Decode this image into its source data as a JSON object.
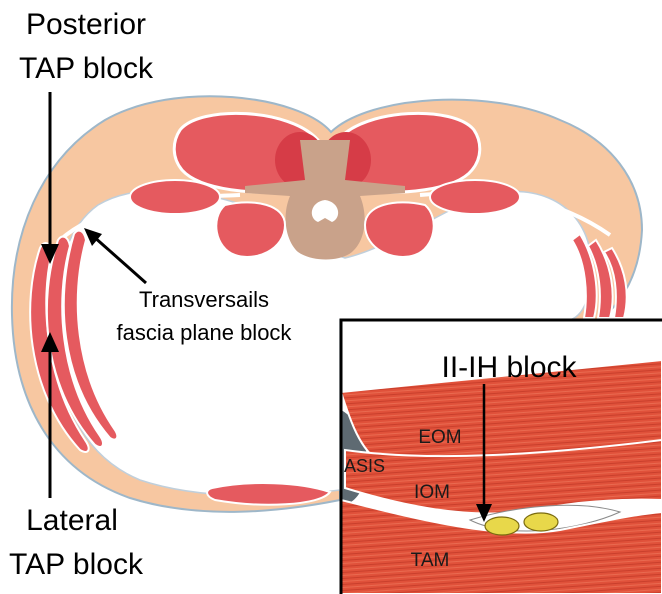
{
  "labels": {
    "posterior_line1": "Posterior",
    "posterior_line2": "TAP block",
    "transversalis_line1": "Transversails",
    "transversalis_line2": "fascia plane block",
    "lateral_line1": "Lateral",
    "lateral_line2": "TAP block"
  },
  "inset": {
    "title": "II-IH block",
    "asis": "ASIS",
    "eom": "EOM",
    "iom": "IOM",
    "tam": "TAM"
  },
  "colors": {
    "skin": "#f7c7a1",
    "muscle": "#e55a5f",
    "muscle_dark": "#d63c47",
    "vertebra": "#c9a28a",
    "inset_muscle": "#e0513a",
    "nerve": "#e8d84a"
  }
}
